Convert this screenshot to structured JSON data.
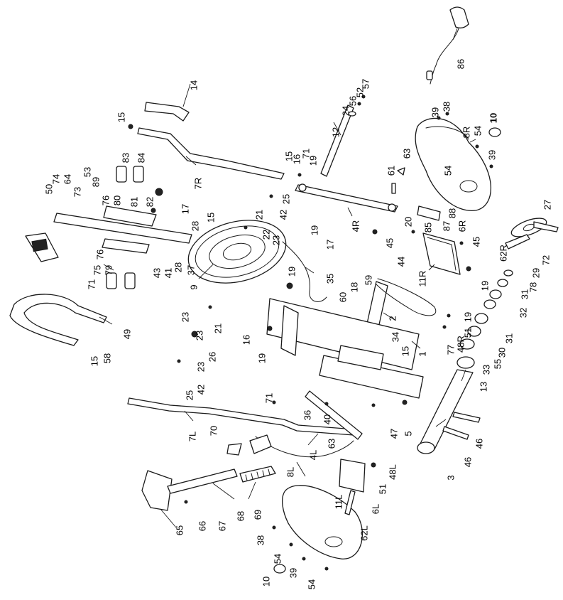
{
  "diagram": {
    "bold_labels": [
      "10"
    ],
    "callouts": [
      {
        "id": "c-86",
        "text": "86"
      },
      {
        "id": "c-57",
        "text": "57"
      },
      {
        "id": "c-52",
        "text": "52"
      },
      {
        "id": "c-56",
        "text": "56"
      },
      {
        "id": "c-24",
        "text": "24"
      },
      {
        "id": "c-12",
        "text": "12"
      },
      {
        "id": "c-14",
        "text": "14"
      },
      {
        "id": "c-15a",
        "text": "15"
      },
      {
        "id": "c-7R",
        "text": "7R"
      },
      {
        "id": "c-15b",
        "text": "15"
      },
      {
        "id": "c-16a",
        "text": "16"
      },
      {
        "id": "c-19a",
        "text": "19"
      },
      {
        "id": "c-71a",
        "text": "71"
      },
      {
        "id": "c-39a",
        "text": "39"
      },
      {
        "id": "c-38a",
        "text": "38"
      },
      {
        "id": "c-10a",
        "text": "10"
      },
      {
        "id": "c-8R",
        "text": "8R"
      },
      {
        "id": "c-54a",
        "text": "54"
      },
      {
        "id": "c-39b",
        "text": "39"
      },
      {
        "id": "c-54b",
        "text": "54"
      },
      {
        "id": "c-63a",
        "text": "63"
      },
      {
        "id": "c-61",
        "text": "61"
      },
      {
        "id": "c-53",
        "text": "53"
      },
      {
        "id": "c-89",
        "text": "89"
      },
      {
        "id": "c-83",
        "text": "83"
      },
      {
        "id": "c-84",
        "text": "84"
      },
      {
        "id": "c-74",
        "text": "74"
      },
      {
        "id": "c-64",
        "text": "64"
      },
      {
        "id": "c-73",
        "text": "73"
      },
      {
        "id": "c-50",
        "text": "50"
      },
      {
        "id": "c-76a",
        "text": "76"
      },
      {
        "id": "c-80",
        "text": "80"
      },
      {
        "id": "c-81",
        "text": "81"
      },
      {
        "id": "c-82",
        "text": "82"
      },
      {
        "id": "c-17a",
        "text": "17"
      },
      {
        "id": "c-25a",
        "text": "25"
      },
      {
        "id": "c-42a",
        "text": "42"
      },
      {
        "id": "c-21a",
        "text": "21"
      },
      {
        "id": "c-22",
        "text": "22"
      },
      {
        "id": "c-23a",
        "text": "23"
      },
      {
        "id": "c-4R",
        "text": "4R"
      },
      {
        "id": "c-20",
        "text": "20"
      },
      {
        "id": "c-85",
        "text": "85"
      },
      {
        "id": "c-88",
        "text": "88"
      },
      {
        "id": "c-87",
        "text": "87"
      },
      {
        "id": "c-6R",
        "text": "6R"
      },
      {
        "id": "c-27",
        "text": "27"
      },
      {
        "id": "c-28a",
        "text": "28"
      },
      {
        "id": "c-15c",
        "text": "15"
      },
      {
        "id": "c-19b",
        "text": "19"
      },
      {
        "id": "c-17b",
        "text": "17"
      },
      {
        "id": "c-45a",
        "text": "45"
      },
      {
        "id": "c-45b",
        "text": "45"
      },
      {
        "id": "c-62R",
        "text": "62R"
      },
      {
        "id": "c-72",
        "text": "72"
      },
      {
        "id": "c-76b",
        "text": "76"
      },
      {
        "id": "c-79",
        "text": "79"
      },
      {
        "id": "c-75",
        "text": "75"
      },
      {
        "id": "c-71b",
        "text": "71"
      },
      {
        "id": "c-43",
        "text": "43"
      },
      {
        "id": "c-41",
        "text": "41"
      },
      {
        "id": "c-28b",
        "text": "28"
      },
      {
        "id": "c-37",
        "text": "37"
      },
      {
        "id": "c-9",
        "text": "9"
      },
      {
        "id": "c-19c",
        "text": "19"
      },
      {
        "id": "c-35",
        "text": "35"
      },
      {
        "id": "c-44",
        "text": "44"
      },
      {
        "id": "c-11R",
        "text": "11R"
      },
      {
        "id": "c-29",
        "text": "29"
      },
      {
        "id": "c-78",
        "text": "78"
      },
      {
        "id": "c-19d",
        "text": "19"
      },
      {
        "id": "c-31a",
        "text": "31"
      },
      {
        "id": "c-32",
        "text": "32"
      },
      {
        "id": "c-49",
        "text": "49"
      },
      {
        "id": "c-15d",
        "text": "15"
      },
      {
        "id": "c-58",
        "text": "58"
      },
      {
        "id": "c-23b",
        "text": "23"
      },
      {
        "id": "c-21b",
        "text": "21"
      },
      {
        "id": "c-23c",
        "text": "23"
      },
      {
        "id": "c-26",
        "text": "26"
      },
      {
        "id": "c-23d",
        "text": "23"
      },
      {
        "id": "c-42b",
        "text": "42"
      },
      {
        "id": "c-25b",
        "text": "25"
      },
      {
        "id": "c-16b",
        "text": "16"
      },
      {
        "id": "c-19e",
        "text": "19"
      },
      {
        "id": "c-60",
        "text": "60"
      },
      {
        "id": "c-18",
        "text": "18"
      },
      {
        "id": "c-59",
        "text": "59"
      },
      {
        "id": "c-2",
        "text": "2"
      },
      {
        "id": "c-34",
        "text": "34"
      },
      {
        "id": "c-15e",
        "text": "15"
      },
      {
        "id": "c-1",
        "text": "1"
      },
      {
        "id": "c-19f",
        "text": "19"
      },
      {
        "id": "c-51a",
        "text": "51"
      },
      {
        "id": "c-48R",
        "text": "48R"
      },
      {
        "id": "c-77",
        "text": "77"
      },
      {
        "id": "c-31b",
        "text": "31"
      },
      {
        "id": "c-30",
        "text": "30"
      },
      {
        "id": "c-55",
        "text": "55"
      },
      {
        "id": "c-33",
        "text": "33"
      },
      {
        "id": "c-13",
        "text": "13"
      },
      {
        "id": "c-71c",
        "text": "71"
      },
      {
        "id": "c-36",
        "text": "36"
      },
      {
        "id": "c-40",
        "text": "40"
      },
      {
        "id": "c-47",
        "text": "47"
      },
      {
        "id": "c-5",
        "text": "5"
      },
      {
        "id": "c-46a",
        "text": "46"
      },
      {
        "id": "c-46b",
        "text": "46"
      },
      {
        "id": "c-7L",
        "text": "7L"
      },
      {
        "id": "c-70",
        "text": "70"
      },
      {
        "id": "c-4L",
        "text": "4L"
      },
      {
        "id": "c-63b",
        "text": "63"
      },
      {
        "id": "c-3",
        "text": "3"
      },
      {
        "id": "c-8L",
        "text": "8L"
      },
      {
        "id": "c-48L",
        "text": "48L"
      },
      {
        "id": "c-51b",
        "text": "51"
      },
      {
        "id": "c-11L",
        "text": "11L"
      },
      {
        "id": "c-69",
        "text": "69"
      },
      {
        "id": "c-68",
        "text": "68"
      },
      {
        "id": "c-6L",
        "text": "6L"
      },
      {
        "id": "c-62L",
        "text": "62L"
      },
      {
        "id": "c-65",
        "text": "65"
      },
      {
        "id": "c-66",
        "text": "66"
      },
      {
        "id": "c-67",
        "text": "67"
      },
      {
        "id": "c-38b",
        "text": "38"
      },
      {
        "id": "c-54c",
        "text": "54"
      },
      {
        "id": "c-39c",
        "text": "39"
      },
      {
        "id": "c-10b",
        "text": "10"
      },
      {
        "id": "c-54d",
        "text": "54"
      }
    ]
  }
}
